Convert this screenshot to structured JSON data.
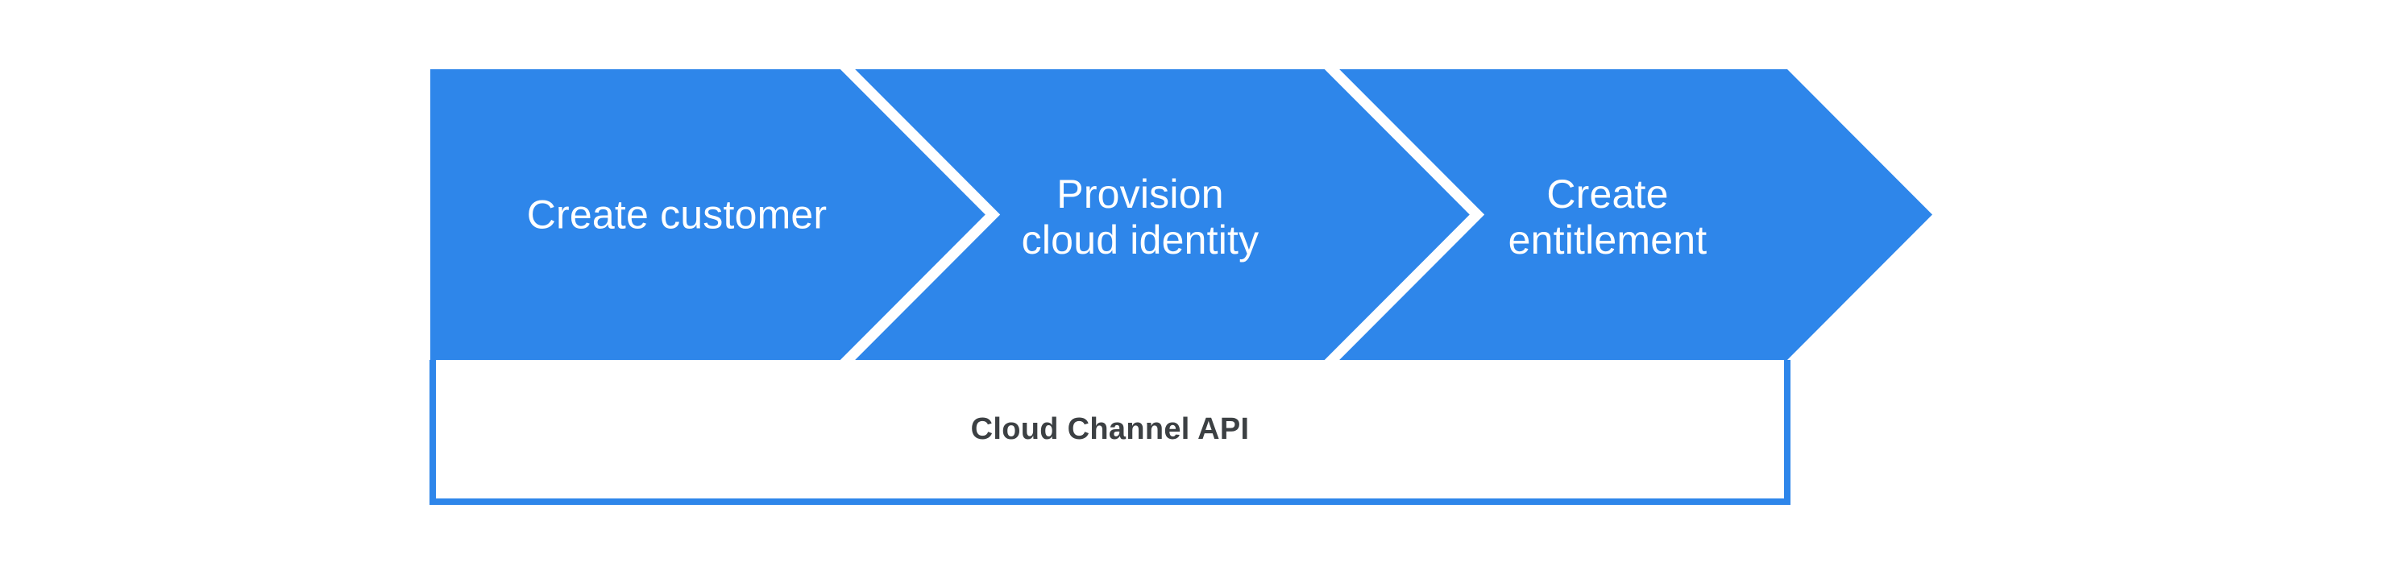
{
  "diagram": {
    "stages": [
      {
        "label": "Create customer"
      },
      {
        "label": "Provision\ncloud identity"
      },
      {
        "label": "Create\nentitlement"
      }
    ],
    "api_bar": {
      "label": "Cloud Channel API"
    }
  },
  "colors": {
    "arrow-blue": "#2E86EA",
    "separator-white": "#FFFFFF",
    "stage-label-white": "#FFFFFF",
    "api-label-gray": "#3C4043",
    "background-white": "#FFFFFF"
  }
}
